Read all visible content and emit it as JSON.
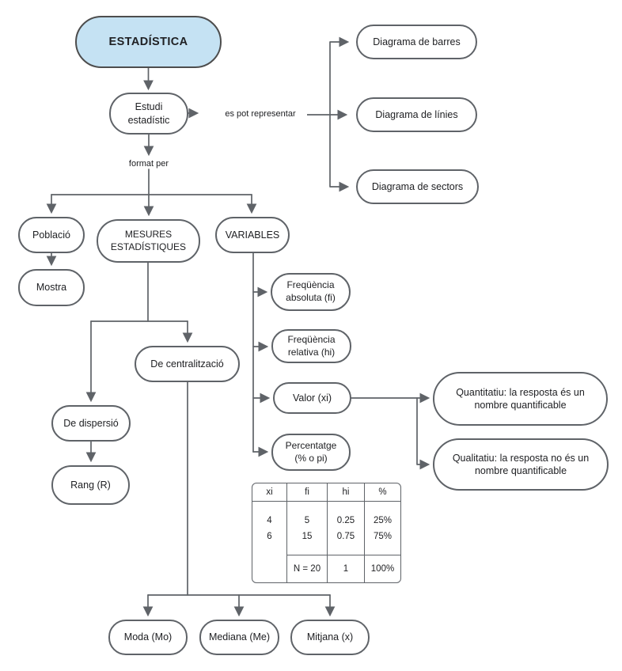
{
  "diagram": {
    "colors": {
      "root_fill": "#c5e2f3",
      "stroke": "#5f6368",
      "text": "#202124",
      "background": "#ffffff"
    },
    "nodes": {
      "estadistica": "ESTADÍSTICA",
      "estudi": "Estudi estadístic",
      "diagrama_barres": "Diagrama de barres",
      "diagrama_linies": "Diagrama de línies",
      "diagrama_sectors": "Diagrama de sectors",
      "poblacio": "Població",
      "mesures": "MESURES ESTADÍSTIQUES",
      "variables": "VARIABLES",
      "mostra": "Mostra",
      "freq_absoluta": "Freqüència absoluta (fi)",
      "freq_relativa": "Freqüència relativa (hi)",
      "valor": "Valor (xi)",
      "percentatge": "Percentatge (% o pi)",
      "de_centralitzacio": "De centralització",
      "de_dispersio": "De dispersió",
      "rang": "Rang (R)",
      "quantitatiu": "Quantitatiu: la resposta és un nombre quantificable",
      "qualitatiu": "Qualitatiu: la resposta no és un nombre quantificable",
      "moda": "Moda (Mo)",
      "mediana": "Mediana (Me)",
      "mitjana": "Mitjana (x)"
    },
    "edge_labels": {
      "es_pot_representar": "es pot representar",
      "format_per": "format per"
    },
    "table": {
      "headers": [
        "xi",
        "fi",
        "hi",
        "%"
      ],
      "rows": [
        [
          "4",
          "5",
          "0.25",
          "25%"
        ],
        [
          "6",
          "15",
          "0.75",
          "75%"
        ]
      ],
      "totals": [
        "",
        "N = 20",
        "1",
        "100%"
      ]
    }
  }
}
